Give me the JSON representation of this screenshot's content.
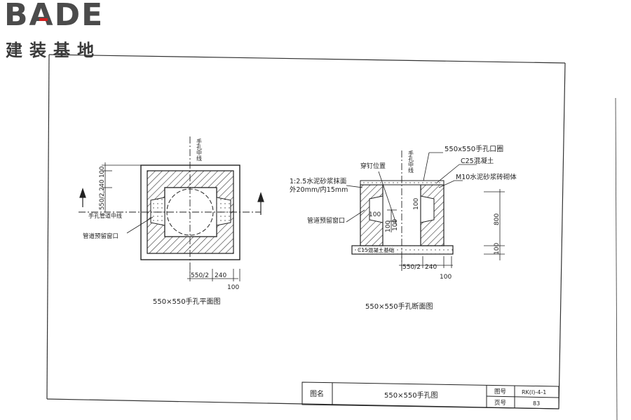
{
  "logo": {
    "brand": "BADE",
    "sub": "建装基地"
  },
  "plan": {
    "label_hand_hole_center": "手孔中线",
    "label_pipe_center": "手孔管道中线",
    "label_pipe_window": "管道预留窗口",
    "dim_vertical": "550/2,240 100",
    "dim_half": "550/2",
    "dim_240": "240",
    "dim_100": "100",
    "title": "550×550手孔平面图"
  },
  "section": {
    "label_hand_hole_center": "手孔中线",
    "label_cover": "550x550手孔口圈",
    "label_c25": "C25混凝土",
    "label_m10": "M10水泥砂浆砖砌体",
    "label_plaster_1": "1:2.5水泥砂浆抹面",
    "label_plaster_2": "外20mm/内15mm",
    "label_nail": "穿钉位置",
    "label_pipe_window": "管道预留窗口",
    "label_base": "C15混凝土基础",
    "dim_100_a": "100",
    "dim_100_b": "100",
    "dim_100_c": "100",
    "dim_100_d": "100",
    "dim_800": "800",
    "dim_100_right": "100",
    "dim_half": "550/2",
    "dim_240": "240",
    "dim_100_bottom": "100",
    "title": "550×550手孔断面图"
  },
  "title_block": {
    "name_label": "图名",
    "name_value": "550×550手孔图",
    "drawing_no_label": "图号",
    "drawing_no_value": "RK(I)-4-1",
    "page_label": "页号",
    "page_value": "83"
  }
}
